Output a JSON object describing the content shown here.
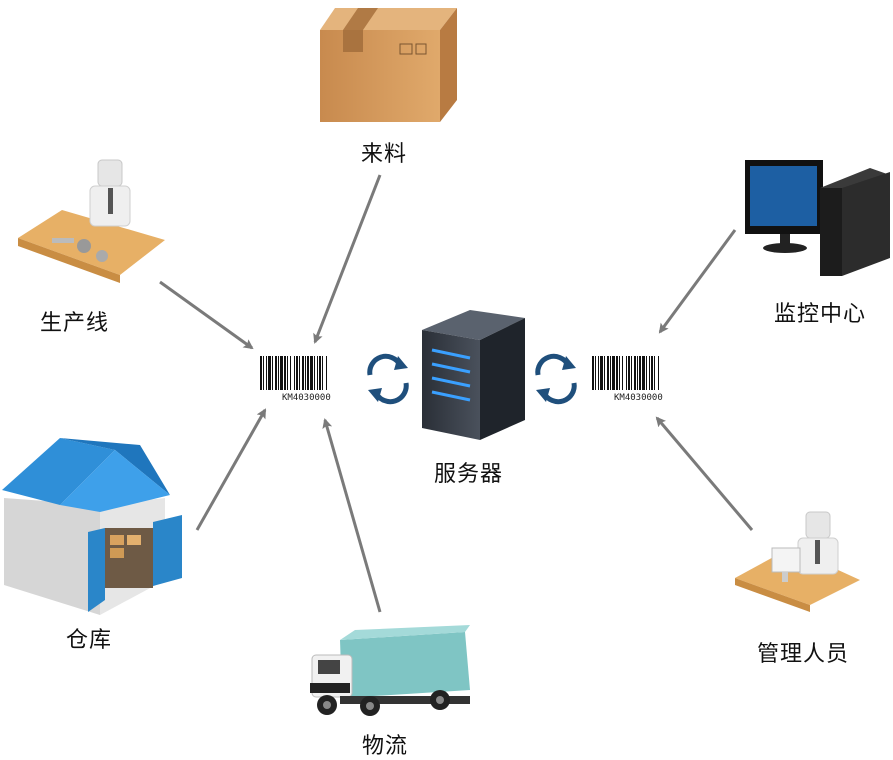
{
  "nodes": {
    "incoming": "来料",
    "production": "生产线",
    "monitoring": "监控中心",
    "warehouse": "仓库",
    "logistics": "物流",
    "management": "管理人员",
    "server": "服务器"
  },
  "barcodes": {
    "left": "KM4030000",
    "right": "KM4030000"
  },
  "colors": {
    "arrow": "#7a7a7a",
    "sync": "#1f4f7c",
    "roof": "#2f8fd8",
    "truck_box": "#7fc5c4",
    "desk": "#e7b066",
    "box": "#d49a5c"
  },
  "icons": [
    "cardboard-box-icon",
    "worker-desk-icon",
    "monitor-pc-icon",
    "warehouse-icon",
    "truck-icon",
    "manager-desk-icon",
    "server-tower-icon",
    "barcode-icon",
    "sync-icon"
  ]
}
